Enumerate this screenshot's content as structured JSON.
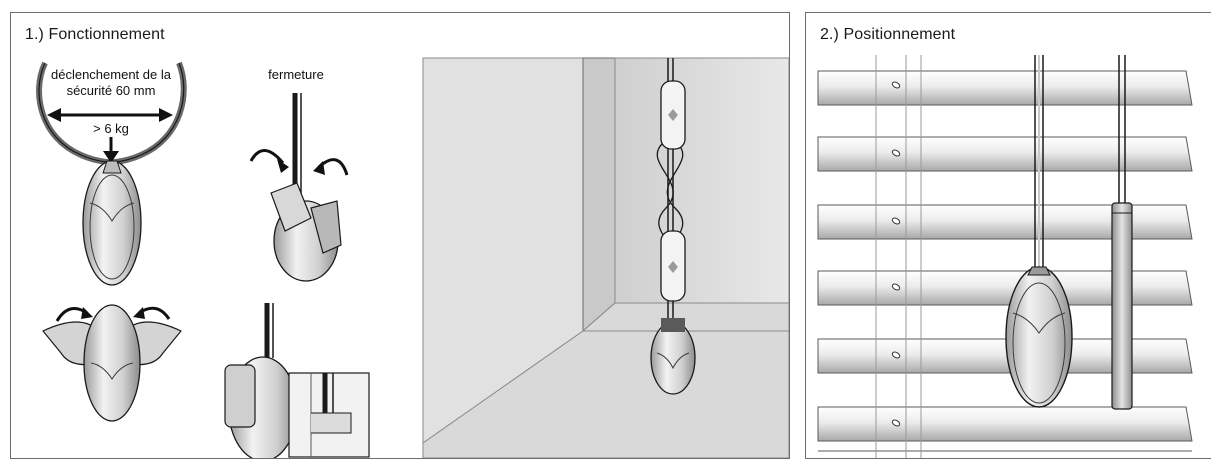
{
  "panel1": {
    "title": "1.) Fonctionnement",
    "label_release_line1": "déclenchement de la",
    "label_release_line2": "sécurité 60 mm",
    "label_weight": "> 6 kg",
    "label_closing": "fermeture"
  },
  "panel2": {
    "title": "2.) Positionnement"
  },
  "colors": {
    "line": "#1a1a1a",
    "grey_light": "#e6e6e6",
    "grey_mid": "#bdbdbd",
    "grey_dark": "#8a8a8a"
  }
}
